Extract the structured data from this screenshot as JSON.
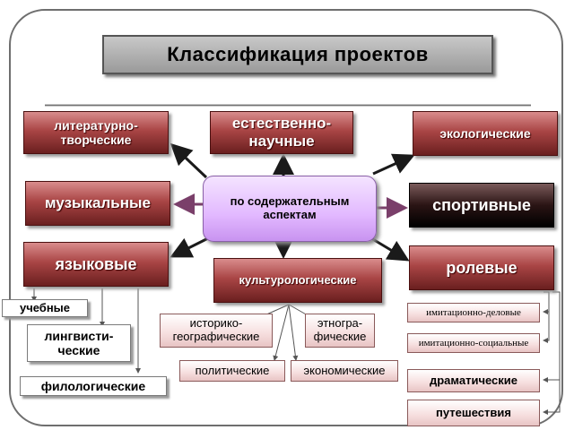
{
  "title": "Классификация проектов",
  "center": "по содержательным аспектам",
  "nodes": {
    "literary": "литературно-творческие",
    "natural": "естественно-научные",
    "ecological": "экологические",
    "musical": "музыкальные",
    "sports": "спортивные",
    "language": "языковые",
    "cultural": "культурологические",
    "role": "ролевые",
    "educational": "учебные",
    "linguistic": "лингвисти-ческие",
    "philological": "филологические",
    "historical": "историко-географические",
    "ethnographic": "этногра-фические",
    "political": "политические",
    "economic": "экономические",
    "imitation_business": "имитационно-деловые",
    "imitation_social": "имитационно-социальные",
    "dramatic": "драматические",
    "travel": "путешествия"
  },
  "colors": {
    "dark_box": "#a94545",
    "center_box": "#e2b8ff",
    "light_box": "#f6dede",
    "arrow": "#1a1a1a",
    "arrow_purple": "#7a3f6a"
  }
}
